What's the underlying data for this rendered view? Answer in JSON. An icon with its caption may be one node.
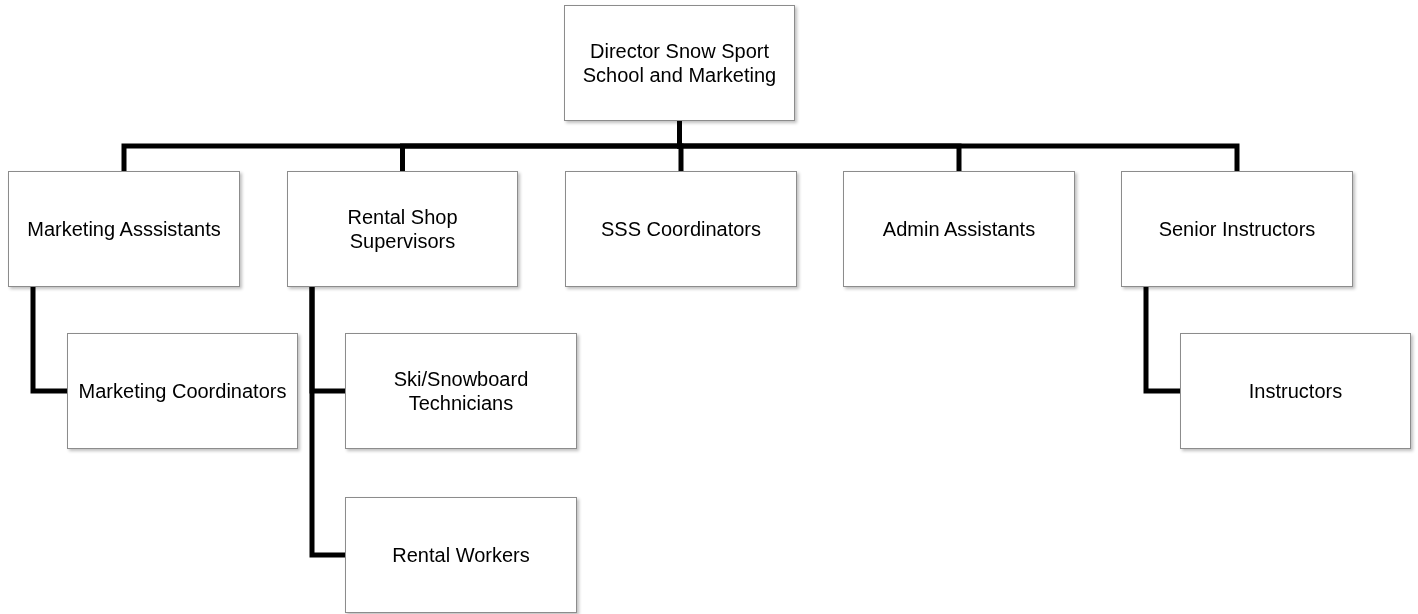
{
  "diagram": {
    "nodes": [
      {
        "text": [
          "Director Snow Sport School and Marketing"
        ]
      },
      {
        "text": [
          "Marketing Asssistants"
        ]
      },
      {
        "text": [
          "Rental Shop Supervisors"
        ]
      },
      {
        "text": [
          "SSS Coordinators"
        ]
      },
      {
        "text": [
          "Admin Assistants"
        ]
      },
      {
        "text": [
          "Senior Instructors"
        ]
      },
      {
        "text": [
          "Marketing Coordinators"
        ]
      },
      {
        "text": [
          "Ski/Snowboard Technicians"
        ]
      },
      {
        "text": [
          "Rental Workers"
        ]
      },
      {
        "text": [
          "Instructors"
        ]
      }
    ],
    "edges": [
      {
        "from": 0,
        "to": 1,
        "arrow": "none"
      },
      {
        "from": 0,
        "to": 2,
        "arrow": "none"
      },
      {
        "from": 0,
        "to": 3,
        "arrow": "none"
      },
      {
        "from": 0,
        "to": 4,
        "arrow": "none"
      },
      {
        "from": 0,
        "to": 5,
        "arrow": "none"
      },
      {
        "from": 1,
        "to": 6,
        "arrow": "none"
      },
      {
        "from": 2,
        "to": 7,
        "arrow": "none"
      },
      {
        "from": 2,
        "to": 8,
        "arrow": "none"
      },
      {
        "from": 5,
        "to": 9,
        "arrow": "none"
      }
    ]
  }
}
